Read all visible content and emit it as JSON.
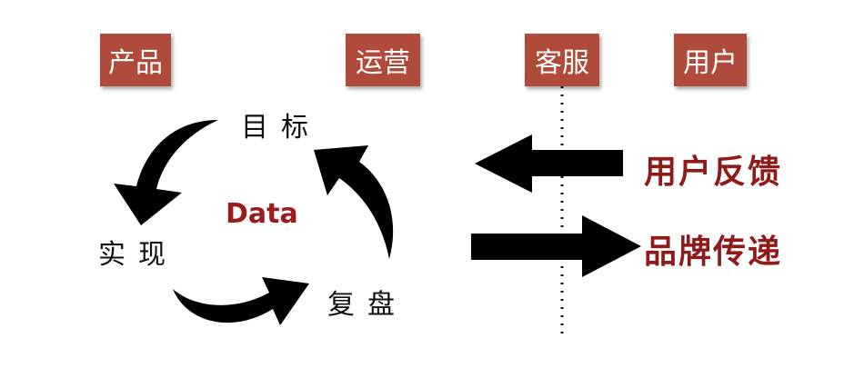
{
  "roles": [
    "产品",
    "运营",
    "客服",
    "用户"
  ],
  "cycle": {
    "top": "目标",
    "left": "实现",
    "right": "复盘",
    "center": "Data"
  },
  "flows": {
    "feedback": "用户反馈",
    "brand": "品牌传递"
  }
}
